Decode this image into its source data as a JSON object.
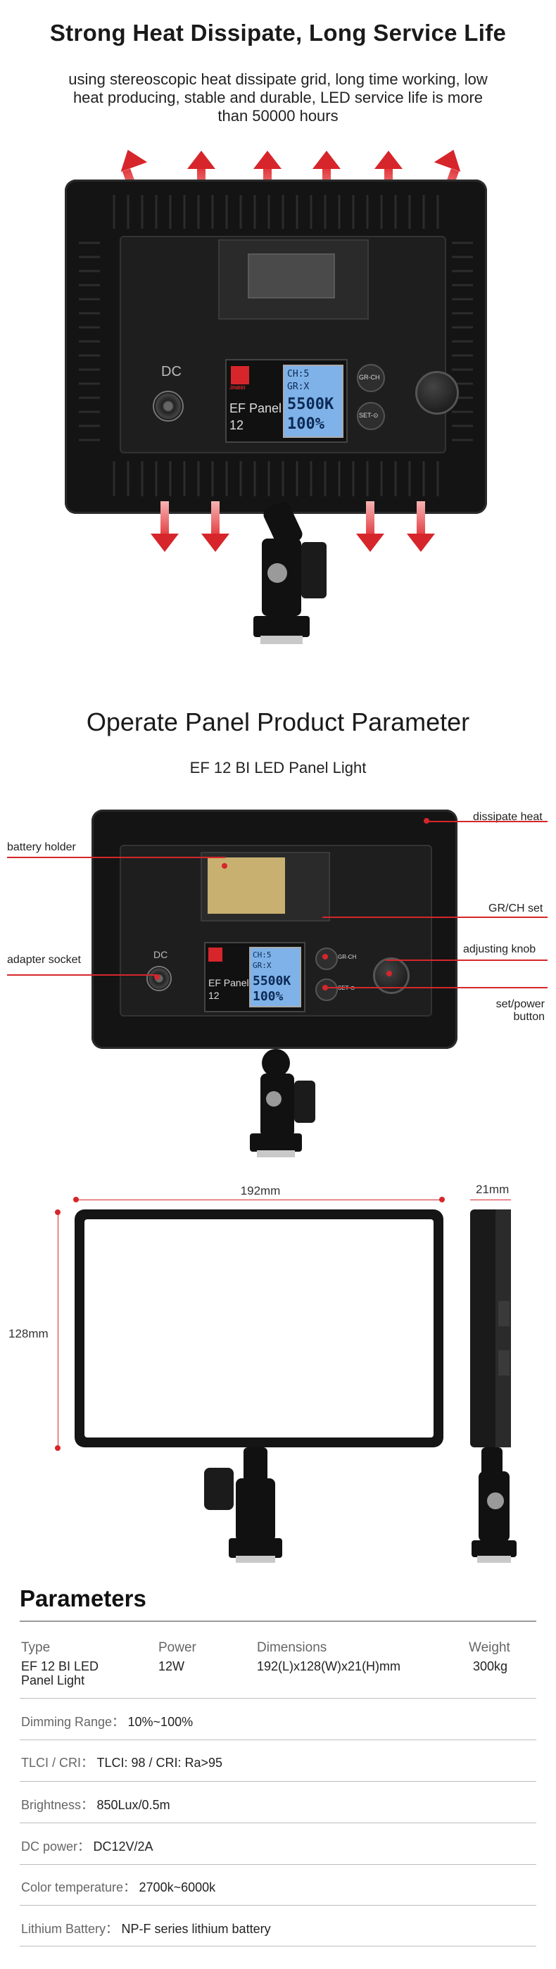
{
  "section1": {
    "title": "Strong Heat Dissipate, Long Service Life",
    "desc_line1": "using stereoscopic heat dissipate grid, long time working, low",
    "desc_line2": "heat producing, stable and durable, LED service life is more",
    "desc_line3": "than 50000 hours"
  },
  "panel_labels": {
    "dc": "DC",
    "brand": "JINBEI",
    "model_line1": "EF Panel",
    "model_line2": "12",
    "lcd_ch": "CH:5",
    "lcd_gr": "GR:X",
    "lcd_temp": "5500K",
    "lcd_pct": "100%",
    "btn_grch": "GR-CH",
    "btn_set": "SET-⊙"
  },
  "section2": {
    "title": "Operate Panel  Product Parameter",
    "subtitle": "EF 12 BI LED Panel Light",
    "callouts": {
      "dissipate_heat": "dissipate heat",
      "battery_holder": "battery holder",
      "grch_set": "GR/CH set",
      "adapter_socket": "adapter socket",
      "adjusting_knob": "adjusting knob",
      "set_power_1": "set/power",
      "set_power_2": "button"
    }
  },
  "dimensions": {
    "width": "192mm",
    "height": "128mm",
    "depth": "21mm"
  },
  "parameters": {
    "title": "Parameters",
    "headers": {
      "type": "Type",
      "power": "Power",
      "dimensions": "Dimensions",
      "weight": "Weight"
    },
    "values": {
      "type_line1": "EF 12 BI LED",
      "type_line2": "Panel Light",
      "power": "12W",
      "dimensions": "192(L)x128(W)x21(H)mm",
      "weight": "300kg"
    },
    "rows": [
      {
        "label": "Dimming Range：",
        "value": "10%~100%"
      },
      {
        "label": "TLCI / CRI：",
        "value": "TLCI: 98 / CRI: Ra>95"
      },
      {
        "label": "Brightness：",
        "value": "850Lux/0.5m"
      },
      {
        "label": "DC power：",
        "value": "DC12V/2A"
      },
      {
        "label": "Color temperature：",
        "value": "2700k~6000k"
      },
      {
        "label": "Lithium Battery：",
        "value": "NP-F series lithium battery"
      }
    ]
  },
  "colors": {
    "accent_red": "#d6262b",
    "panel_black": "#141414"
  }
}
